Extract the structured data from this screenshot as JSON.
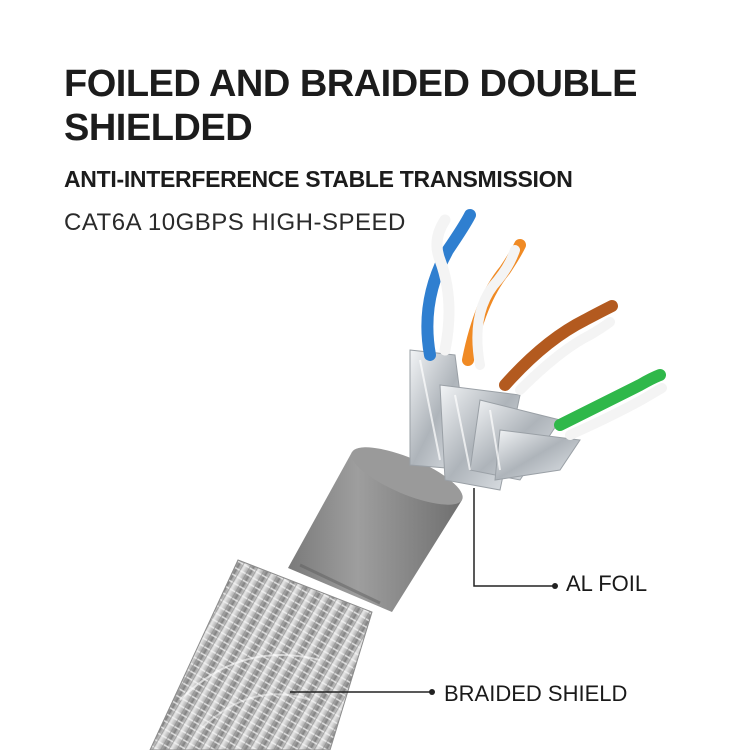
{
  "header": {
    "headline": "FOILED AND BRAIDED DOUBLE SHIELDED",
    "subhead": "ANTI-INTERFERENCE  STABLE TRANSMISSION",
    "tagline": "CAT6A 10GBPS HIGH-SPEED"
  },
  "callouts": {
    "al_foil": "AL FOIL",
    "braided_shield": "BRAIDED SHIELD"
  },
  "colors": {
    "text": "#1c1c1c",
    "jacket": "#8a8a8a",
    "foil": "#cfd3d8",
    "wire_blue": "#2f7fd0",
    "wire_orange": "#f08a24",
    "wire_brown": "#b35a1f",
    "wire_green": "#2fb84a"
  }
}
